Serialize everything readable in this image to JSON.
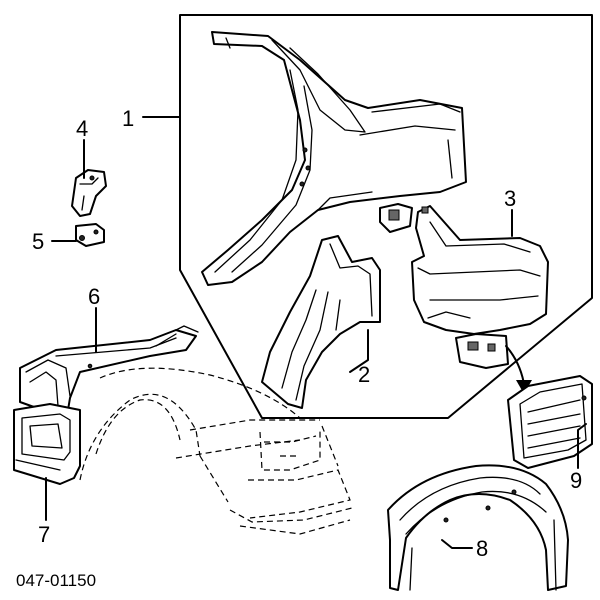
{
  "callouts": {
    "c1": "1",
    "c2": "2",
    "c3": "3",
    "c4": "4",
    "c5": "5",
    "c6": "6",
    "c7": "7",
    "c8": "8",
    "c9": "9"
  },
  "diagram_code": "047-01150"
}
